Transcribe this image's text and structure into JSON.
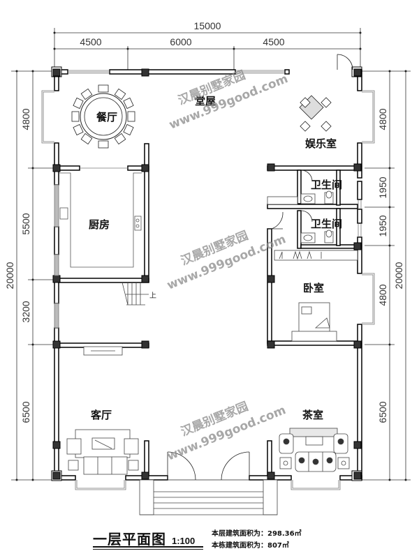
{
  "drawing": {
    "title": "一层平面图",
    "scale": "1:100",
    "floor_area_label": "本层建筑面积为：",
    "floor_area_value": "298.36㎡",
    "building_area_label": "本栋建筑面积为：",
    "building_area_value": "807㎡"
  },
  "dimensions": {
    "top_total": "15000",
    "top_segments": [
      "4500",
      "6000",
      "4500"
    ],
    "left_total": "20000",
    "left_segments": [
      "4800",
      "5500",
      "3200",
      "6500"
    ],
    "right_total": "20000",
    "right_segments": [
      "4800",
      "1950",
      "1950",
      "4800",
      "6500"
    ]
  },
  "rooms": {
    "dining": "餐厅",
    "hall": "堂屋",
    "entertainment": "娱乐室",
    "kitchen": "厨房",
    "bathroom_1": "卫生间",
    "bathroom_2": "卫生间",
    "bedroom": "卧室",
    "living": "客厅",
    "tea_room": "茶室"
  },
  "stair_label": "上",
  "watermark": {
    "line1": "汉晨别墅家园",
    "line2": "www.999good.com"
  }
}
